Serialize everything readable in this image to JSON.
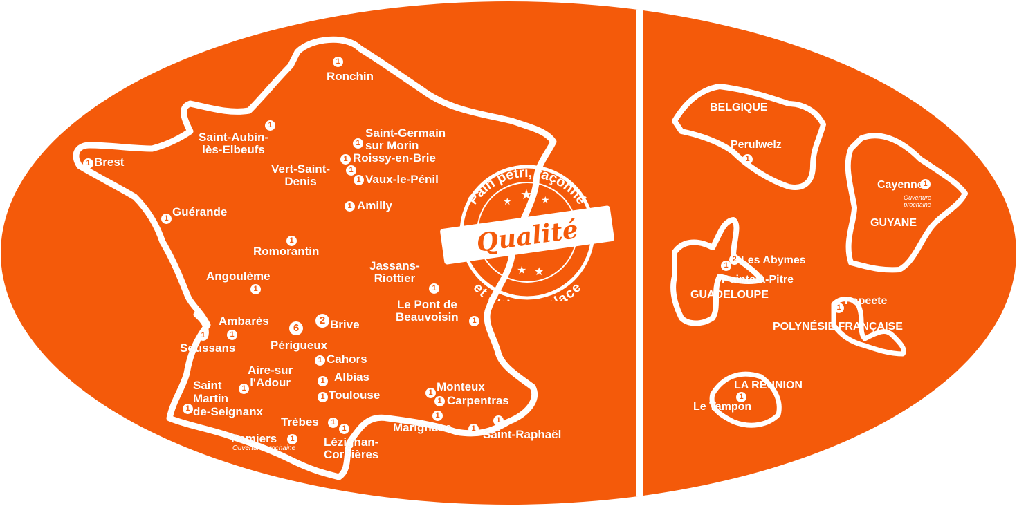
{
  "colors": {
    "orange": "#f45a0a",
    "white": "#ffffff",
    "divider": "#ffffff"
  },
  "stamp": {
    "top_text": "Pain pétri, façonné",
    "center_text": "Qualité",
    "bottom_text": "et cuit sur place",
    "stars": 5
  },
  "cities": [
    {
      "id": "ronchin",
      "name": "Ronchin",
      "count": "1"
    },
    {
      "id": "saint-aubin",
      "name": "Saint-Aubin-\nlès-Elbeufs",
      "count": "1"
    },
    {
      "id": "brest",
      "name": "Brest",
      "count": "1"
    },
    {
      "id": "saint-germain",
      "name": "Saint-Germain\nsur Morin",
      "count": "1"
    },
    {
      "id": "roissy",
      "name": "Roissy-en-Brie",
      "count": "1"
    },
    {
      "id": "vert-saint-denis",
      "name": "Vert-Saint-\nDenis",
      "count": "1"
    },
    {
      "id": "vaux",
      "name": "Vaux-le-Pénil",
      "count": "1"
    },
    {
      "id": "amilly",
      "name": "Amilly",
      "count": "1"
    },
    {
      "id": "guerande",
      "name": "Guérande",
      "count": "1"
    },
    {
      "id": "romorantin",
      "name": "Romorantin",
      "count": "1"
    },
    {
      "id": "angouleme",
      "name": "Angoulème",
      "count": "1"
    },
    {
      "id": "jassans",
      "name": "Jassans-\nRiottier",
      "count": "1"
    },
    {
      "id": "pont-beauvoisin",
      "name": "Le Pont de\nBeauvoisin",
      "count": "1"
    },
    {
      "id": "ambares",
      "name": "Ambarès",
      "count": "1"
    },
    {
      "id": "soussans",
      "name": "Soussans",
      "count": "1"
    },
    {
      "id": "perigueux",
      "name": "Périgueux",
      "count": "6"
    },
    {
      "id": "brive",
      "name": "Brive",
      "count": "2"
    },
    {
      "id": "cahors",
      "name": "Cahors",
      "count": "1"
    },
    {
      "id": "aire",
      "name": "Aire-sur\nl'Adour",
      "count": "1"
    },
    {
      "id": "albias",
      "name": "Albias",
      "count": "1"
    },
    {
      "id": "toulouse",
      "name": "Toulouse",
      "count": "1"
    },
    {
      "id": "saint-martin",
      "name": "Saint\nMartin\nde-Seignanx",
      "count": "1"
    },
    {
      "id": "trebes",
      "name": "Trèbes",
      "count": "1"
    },
    {
      "id": "pamiers",
      "name": "Pamiers",
      "count": "1",
      "note": "Ouverture prochaine"
    },
    {
      "id": "lezignan",
      "name": "Lézignan-\nCorbières",
      "count": "1"
    },
    {
      "id": "monteux",
      "name": "Monteux",
      "count": "1"
    },
    {
      "id": "carpentras",
      "name": "Carpentras",
      "count": "1"
    },
    {
      "id": "marignane",
      "name": "Marignane",
      "count": "1"
    },
    {
      "id": "saint-raphael",
      "name": "Saint-Raphaël",
      "count": "1"
    }
  ],
  "overseas": {
    "regions": [
      "BELGIQUE",
      "GUYANE",
      "GUADELOUPE",
      "POLYNÉSIE FRANÇAISE",
      "LA RÉUNION"
    ],
    "cities": [
      {
        "id": "perulwelz",
        "name": "Perulwelz",
        "count": "1"
      },
      {
        "id": "cayenne",
        "name": "Cayenne",
        "count": "1",
        "note": "Ouverture\nprochaine"
      },
      {
        "id": "abymes",
        "name": "Les Abymes",
        "count": "2"
      },
      {
        "id": "pointe",
        "name": "Pointe-à-Pitre",
        "count": "1"
      },
      {
        "id": "papeete",
        "name": "Papeete",
        "count": "1"
      },
      {
        "id": "tampon",
        "name": "Le Tampon",
        "count": "1"
      }
    ]
  }
}
